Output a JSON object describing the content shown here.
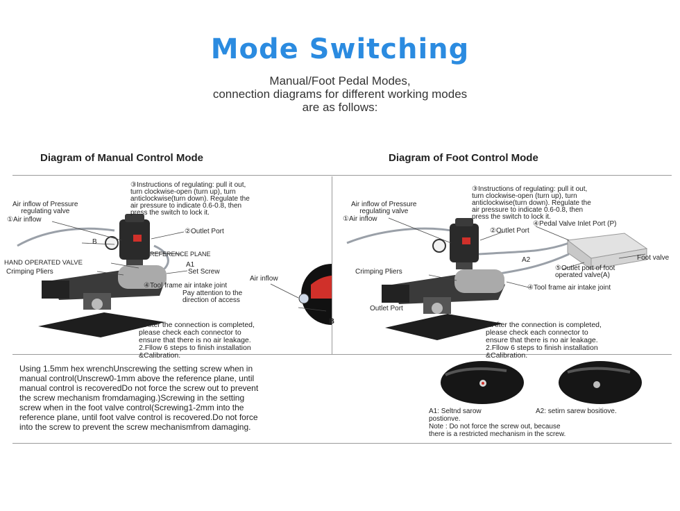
{
  "title": "Mode Switching",
  "subtitle": [
    "Manual/Foot Pedal Modes,",
    "connection diagrams for different working modes",
    "are as follows:"
  ],
  "manual": {
    "heading": "Diagram of Manual Control Mode",
    "instructions": [
      "③Instructions of regulating: pull it out,",
      "turn clockwise-open (turn up), turn",
      "anticlockwise(turn down). Regulate the",
      "air pressure to indicate 0.6-0.8, then",
      "press the switch to lock it."
    ],
    "air_inflow_valve": [
      "Air inflow of Pressure",
      "regulating valve"
    ],
    "air_inflow": "①Air inflow",
    "outlet_port": "②Outlet Port",
    "letter_b_small": "B",
    "reference_plane": "REFERENCE PLANE",
    "a1": "A1",
    "hand_operated_valve": "HAND OPERATED VALVE",
    "crimping_pliers": "Crimping Pliers",
    "set_screw": "Set Screw",
    "tool_frame_intake": "④Tool frame air intake joint",
    "attention": [
      "Pay attention to the",
      "direction of access"
    ],
    "inset_air_inflow": "Air inflow",
    "inset_outlet_port": "Outlet Port",
    "inset_b": "B",
    "notes": [
      "1.After the connection is completed,",
      "please check each connector to",
      "ensure that there is no air leakage.",
      "2.Fllow 6 steps to finish installation",
      "&Calibration."
    ]
  },
  "foot": {
    "heading": "Diagram of Foot Control Mode",
    "instructions": [
      "③Instructions of regulating: pull it out,",
      "turn clockwise-open (turn up), turn",
      "anticlockwise(turn down). Regulate the",
      "air pressure to indicate 0.6-0.8, then",
      "press the switch to lock it."
    ],
    "air_inflow_valve": [
      "Air inflow of Pressure",
      "regulating valve"
    ],
    "air_inflow": "①Air inflow",
    "pedal_inlet": "④Pedal Valve Inlet Port (P)",
    "outlet_port": "②Outlet Port",
    "a2": "A2",
    "foot_valve": "Foot valve",
    "outlet_foot": [
      "⑤Outlet port of foot",
      "operated valve(A)"
    ],
    "crimping_pliers": "Crimping Pliers",
    "tool_frame_intake": "④Tool frame air intake joint",
    "notes": [
      "1.After the connection is completed,",
      "please check each connector to",
      "ensure that there is no air leakage.",
      "2.Fllow 6 steps to finish installation",
      "&Calibration."
    ]
  },
  "bottom_text": [
    "Using 1.5mm hex wrenchUnscrewing the setting screw when in",
    "manual control(Unscrew0-1mm above the reference plane, until",
    "manual control is recoveredDo not force the screw out to prevent",
    "the screw mechanism fromdamaging.)Screwing in the setting",
    "screw when in the foot valve control(Screwing1-2mm into the",
    "reference plane, until foot valve control is recovered.Do not force",
    "into the screw to prevent the screw mechanismfrom damaging."
  ],
  "captions": {
    "a1": [
      "A1: Seltnd sarow",
      "postionve."
    ],
    "a2": "A2: setirn sarew bositiove.",
    "note": [
      "Note : Do not force the screw out, because",
      "there is a restricted mechanism in the screw."
    ]
  },
  "colors": {
    "title": "#2b8be0",
    "red_accent": "#d0302a",
    "dark_metal": "#2a2a2a",
    "tube": "#9aa0a8"
  }
}
